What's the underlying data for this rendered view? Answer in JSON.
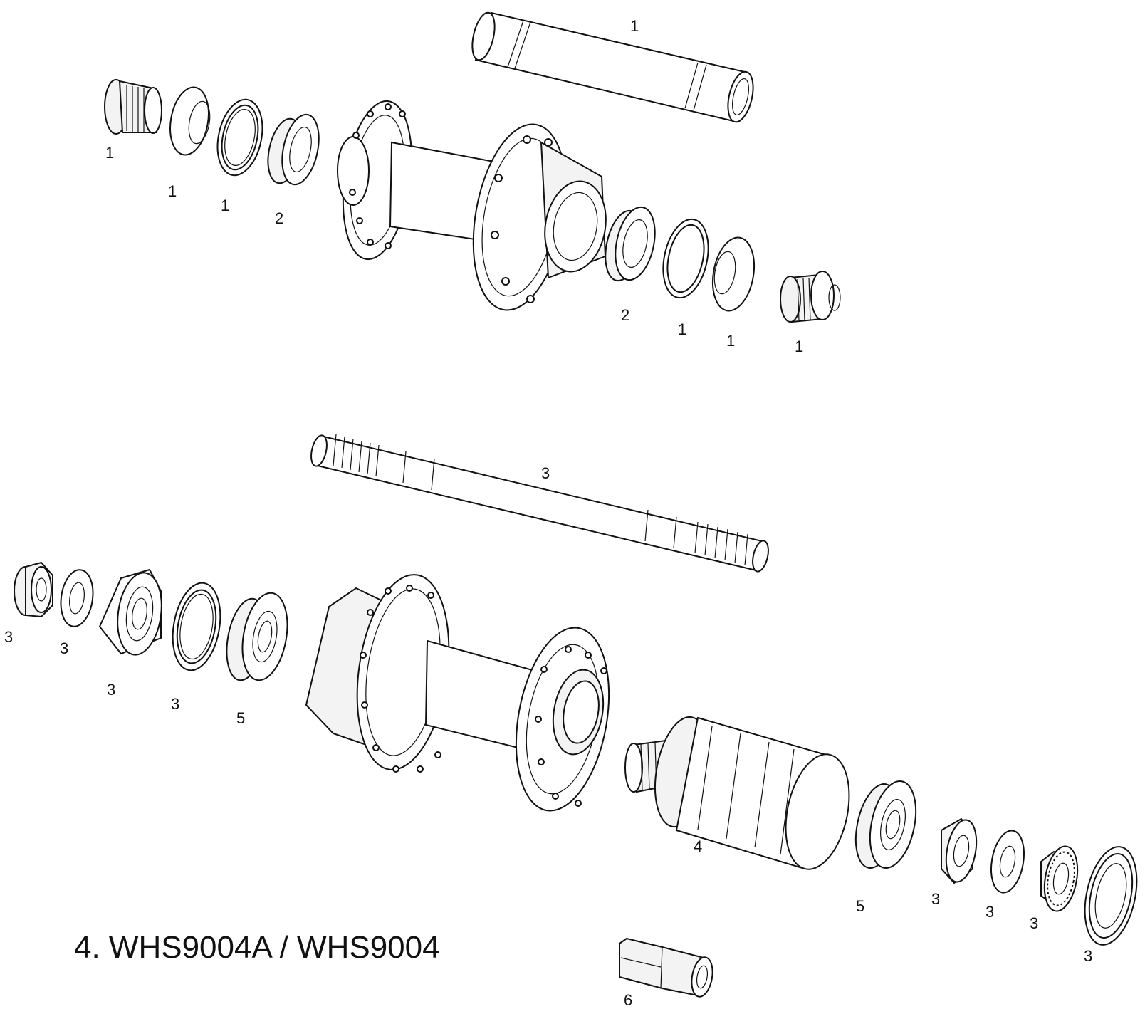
{
  "diagram": {
    "title": "4. WHS9004A / WHS9004",
    "callouts": {
      "front_axle": "1",
      "front_endcap_left": "1",
      "front_cone_left": "1",
      "front_seal_left": "1",
      "front_bearing_left": "2",
      "front_bearing_right": "2",
      "front_seal_right": "1",
      "front_cone_right": "1",
      "front_endcap_right": "1",
      "rear_axle": "3",
      "rear_nut_left": "3",
      "rear_washer_left": "3",
      "rear_cone_left": "3",
      "rear_seal_left": "3",
      "rear_bearing_left": "5",
      "freehub": "4",
      "rear_bearing_right": "5",
      "rear_nut_right": "3",
      "rear_washer_right": "3",
      "rear_locknut_right": "3",
      "rear_seal_right": "3",
      "tool": "6"
    }
  }
}
